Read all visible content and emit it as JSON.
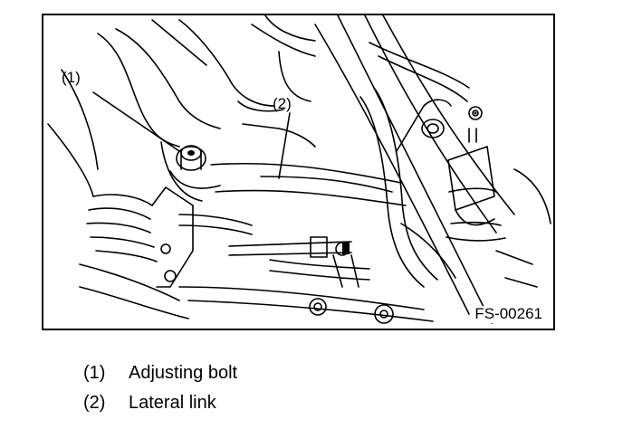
{
  "figure": {
    "code": "FS-00261",
    "callouts": [
      {
        "label": "(1)"
      },
      {
        "label": "(2)"
      }
    ]
  },
  "legend": [
    {
      "number": "(1)",
      "text": "Adjusting bolt"
    },
    {
      "number": "(2)",
      "text": "Lateral link"
    }
  ]
}
